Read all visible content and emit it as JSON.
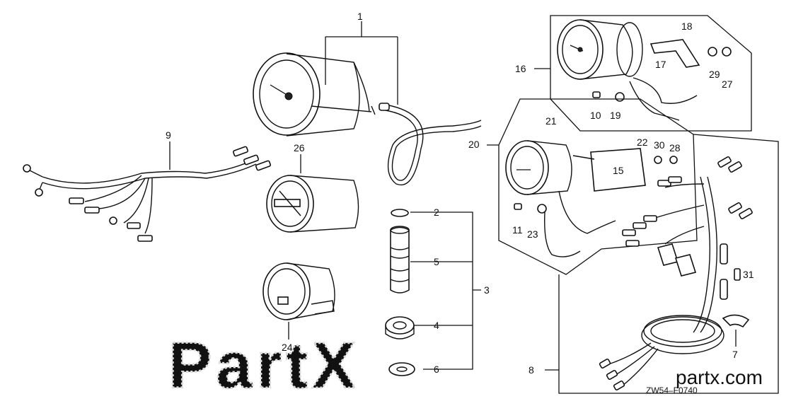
{
  "diagram": {
    "code": "ZW54–F0740",
    "site": "partx.com",
    "watermark": "PartX",
    "callouts": {
      "c1": "1",
      "c2": "2",
      "c3": "3",
      "c4": "4",
      "c5": "5",
      "c6": "6",
      "c7": "7",
      "c8": "8",
      "c9": "9",
      "c10": "10",
      "c11": "11",
      "c15": "15",
      "c16": "16",
      "c17": "17",
      "c18": "18",
      "c19": "19",
      "c20": "20",
      "c21": "21",
      "c22": "22",
      "c23": "23",
      "c24": "24",
      "c26": "26",
      "c27": "27",
      "c28": "28",
      "c29": "29",
      "c30": "30",
      "c31": "31"
    }
  },
  "colors": {
    "line": "#111111",
    "watermark": "#dcdcdc",
    "site": "#555555"
  }
}
